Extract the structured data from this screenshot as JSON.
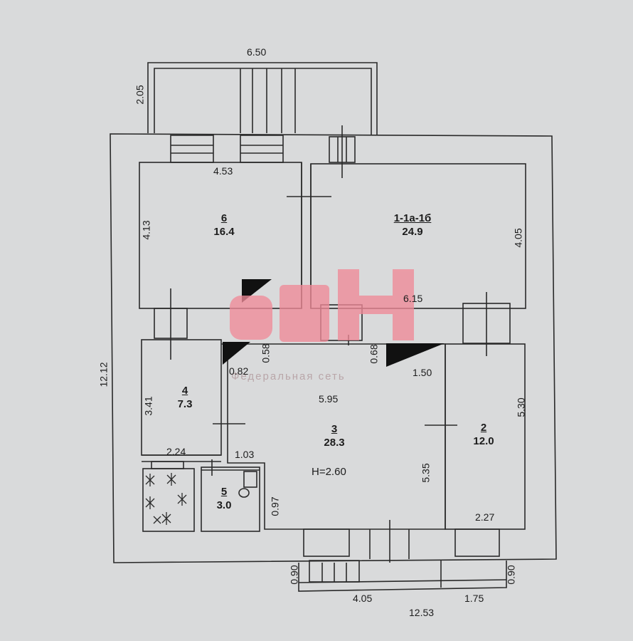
{
  "rooms": [
    {
      "id": "6",
      "area": "16.4"
    },
    {
      "id": "1-1а-1б",
      "area": "24.9"
    },
    {
      "id": "4",
      "area": "7.3"
    },
    {
      "id": "3",
      "area": "28.3",
      "height": "H=2.60"
    },
    {
      "id": "2",
      "area": "12.0"
    },
    {
      "id": "5",
      "area": "3.0"
    }
  ],
  "dims": {
    "porch_width": "6.50",
    "porch_depth": "2.05",
    "r6_width": "4.53",
    "r6_depth": "4.13",
    "r1_depth": "4.05",
    "r1_width": "6.15",
    "total_height": "12.12",
    "d058": "0.58",
    "d068": "0.68",
    "d082": "0.82",
    "d150": "1.50",
    "r3_width": "5.95",
    "r4_depth": "3.41",
    "r2_depth": "5.30",
    "r4_width": "2.24",
    "d103": "1.03",
    "r3_depth": "5.35",
    "d097": "0.97",
    "r2_width": "2.27",
    "step_left": "0.90",
    "step_right": "0.90",
    "step_width": "4.05",
    "step_right_width": "1.75",
    "total_width": "12.53"
  },
  "watermark": {
    "logo": "РБН",
    "subtitle": "Федеральная сеть"
  },
  "colors": {
    "paper": "#d9dadb",
    "line": "#2a2a2a",
    "watermark": "#f08a98"
  }
}
